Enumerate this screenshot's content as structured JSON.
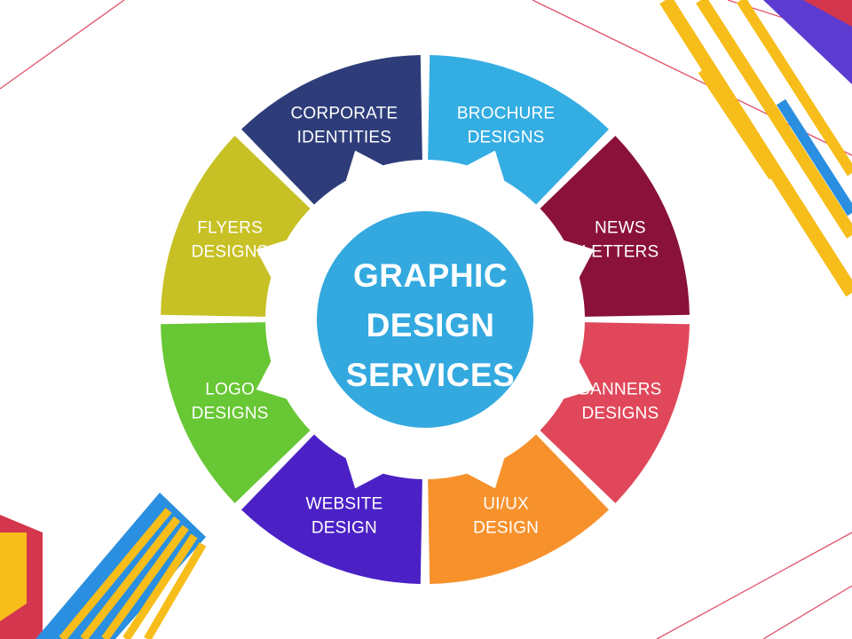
{
  "diagram": {
    "center": {
      "lines": [
        "GRAPHIC",
        "DESIGN",
        "SERVICES"
      ],
      "color": "#33A9DF"
    },
    "gear_color": "#FFFFFF",
    "segments": [
      {
        "id": "brochure",
        "lines": [
          "BROCHURE",
          "DESIGNS"
        ],
        "color": "#34ADE2"
      },
      {
        "id": "newsletters",
        "lines": [
          "NEWS",
          "LETTERS"
        ],
        "color": "#8A1139"
      },
      {
        "id": "banners",
        "lines": [
          "BANNERS",
          "DESIGNS"
        ],
        "color": "#E0475A"
      },
      {
        "id": "uiux",
        "lines": [
          "UI/UX",
          "DESIGN"
        ],
        "color": "#F7912C"
      },
      {
        "id": "website",
        "lines": [
          "WEBSITE",
          "DESIGN"
        ],
        "color": "#4B21C6"
      },
      {
        "id": "logo",
        "lines": [
          "LOGO",
          "DESIGNS"
        ],
        "color": "#68C734"
      },
      {
        "id": "flyers",
        "lines": [
          "FLYERS",
          "DESIGNS"
        ],
        "color": "#C7C125"
      },
      {
        "id": "corporate",
        "lines": [
          "CORPORATE",
          "IDENTITIES"
        ],
        "color": "#2E3D7A"
      }
    ]
  },
  "decor": {
    "colors": {
      "yellow": "#F7BD1A",
      "blue": "#2A8FE0",
      "purple": "#5C3BD0",
      "red": "#D4364E",
      "line": "#E0506A"
    }
  }
}
